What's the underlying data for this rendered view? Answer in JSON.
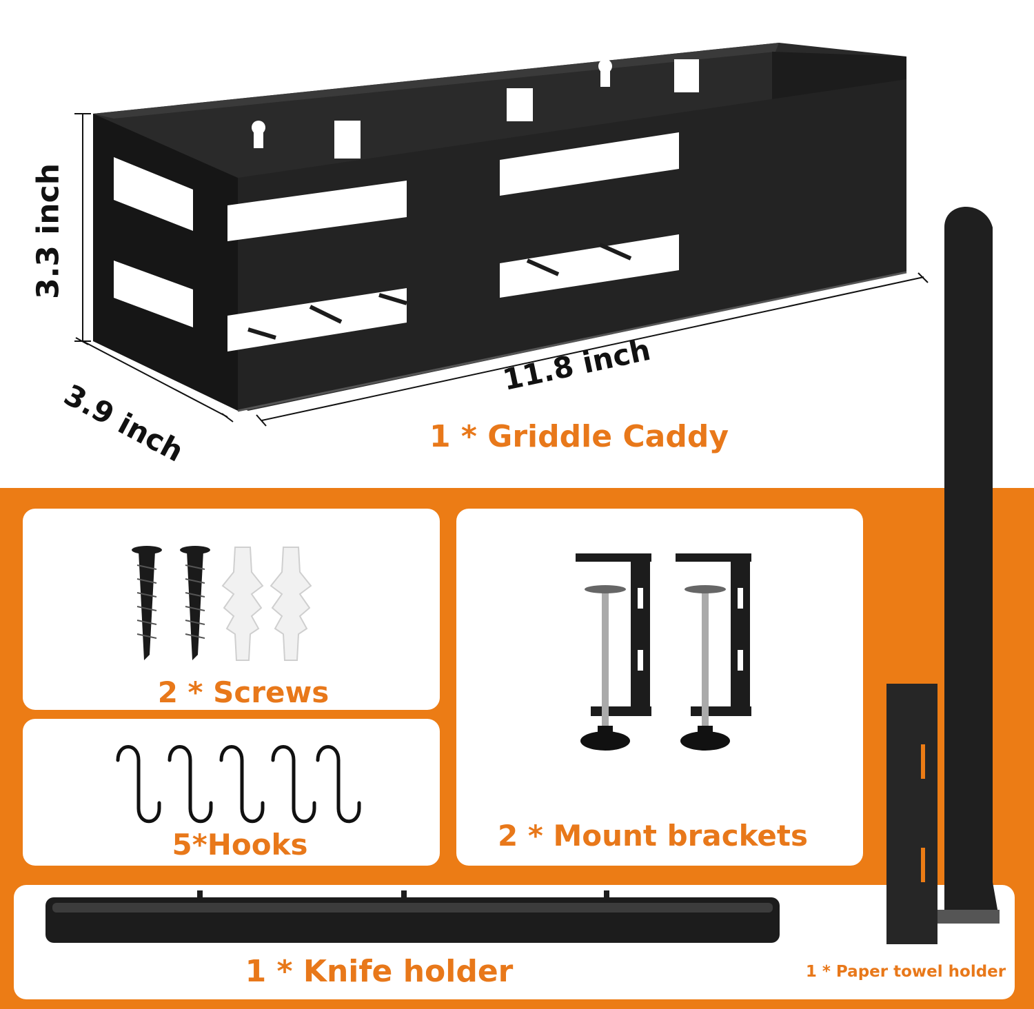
{
  "caddy": {
    "label": "1 * Griddle Caddy",
    "height_dim": "3.3 inch",
    "depth_dim": "3.9 inch",
    "width_dim": "11.8 inch"
  },
  "parts": {
    "screws_label": "2 * Screws",
    "hooks_label": "5*Hooks",
    "brackets_label": "2 * Mount brackets",
    "knife_label": "1 * Knife holder",
    "towel_label": "1 * Paper towel holder"
  },
  "colors": {
    "accent": "#ec7c15",
    "label_text": "#e8781a",
    "metal": "#1f1f1f"
  }
}
